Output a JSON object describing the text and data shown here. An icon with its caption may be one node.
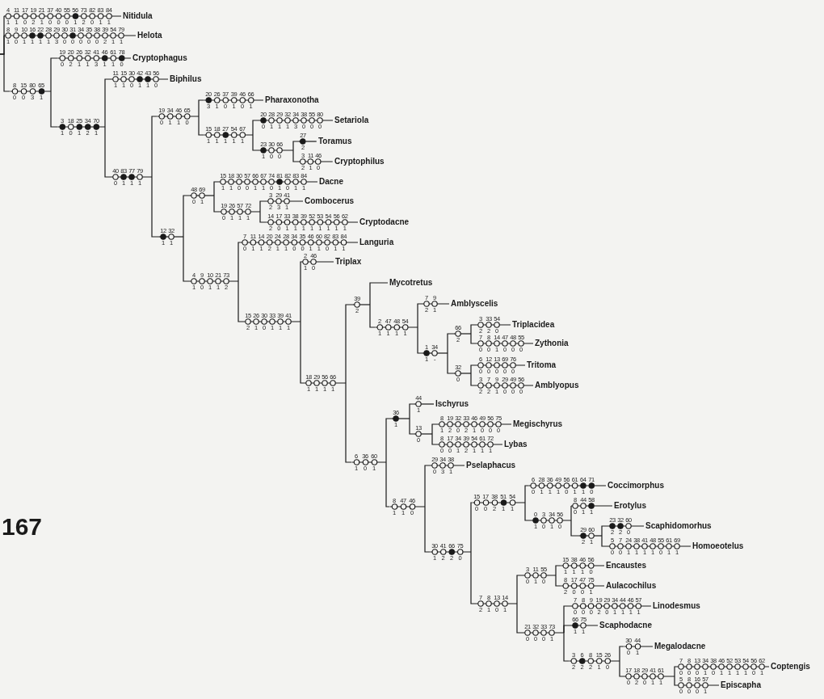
{
  "diagram": {
    "nodes": [
      {
        "text": [
          "Nitidula"
        ],
        "beside": [
          "4 11 17 19 21 37 40 55 56 73 82 83 84",
          "1 1 0 2 1 0 0 0 1 2 0 1 1"
        ]
      },
      {
        "text": [
          "Helota"
        ],
        "beside": [
          "8 9 10 16 22 28 29 30 31 34 35 38 39 54 79",
          "1 0 1 1 1 1 3 0 0 0 0 0 2 1 1"
        ]
      },
      {
        "text": [
          "8 15 80 65",
          "0 0 3 1"
        ]
      },
      {
        "text": [
          "Cryptophagus"
        ],
        "beside": [
          "19 20 26 32 41 46 61 78",
          "0 2 1 1 3 1 1 0"
        ]
      },
      {
        "text": [
          "3 18 25 34 70",
          "1 0 1 2 1"
        ]
      },
      {
        "text": [
          "Biphilus"
        ],
        "beside": [
          "11 15 30 42 43 56",
          "1 1 0 1 1 0"
        ]
      },
      {
        "text": [
          "40 83 77 79",
          "0 1 1 1"
        ]
      },
      {
        "text": [
          "19 34 46 65",
          "0 1 1 0"
        ]
      },
      {
        "text": [
          "Pharaxonotha"
        ],
        "beside": [
          "20 26 37 39 46 66",
          "3 1 0 1 0 1"
        ]
      },
      {
        "text": [
          "15 18 27 54 67",
          "1 1 1 1 1"
        ]
      },
      {
        "text": [
          "Setariola"
        ],
        "beside": [
          "20 28 29 32 34 38 55 80",
          "0 1 1 1 3 0 0 0"
        ]
      },
      {
        "text": [
          "23 30 66",
          "1 0 0"
        ]
      },
      {
        "text": [
          "Toramus"
        ],
        "beside": [
          "27",
          "2"
        ]
      },
      {
        "text": [
          "Cryptophilus"
        ],
        "beside": [
          "3 11 46",
          "2 1 0"
        ]
      },
      {
        "text": [
          "12 32",
          "1 1"
        ]
      },
      {
        "text": [
          "48 69",
          "0 1"
        ]
      },
      {
        "text": [
          "Dacne"
        ],
        "beside": [
          "15 18 30 57 66 67 74 81 82 83 84",
          "1 1 0 0 1 1 0 1 0 1 1"
        ]
      },
      {
        "text": [
          "19 26 57 72",
          "0 1 1 1"
        ]
      },
      {
        "text": [
          "Combocerus"
        ],
        "beside": [
          "3 29 41",
          "2 3 1"
        ]
      },
      {
        "text": [
          "Cryptodacne"
        ],
        "beside": [
          "14 17 33 38 39 52 53 54 56 62",
          "2 0 1 1 1 1 1 1 1 1"
        ]
      },
      {
        "text": [
          "4 9 10 21 73",
          "1 0 1 1 2"
        ]
      },
      {
        "text": [
          "Languria"
        ],
        "beside": [
          "7 11 14 20 24 28 34 35 46 60 82 83 84",
          "0 1 1 2 1 1 0 0 1 1 0 1 1"
        ]
      },
      {
        "text": [
          "15 26 30 33 39 41",
          "2 1 0 1 1 1"
        ]
      },
      {
        "text": [
          "Triplax"
        ],
        "beside": [
          "2 46",
          "1 0"
        ]
      },
      {
        "text": [
          "18 29 56 66",
          "1 1 1 1"
        ]
      },
      {
        "text": [
          "39",
          "2"
        ]
      },
      {
        "text": [
          "Mycotretus"
        ]
      },
      {
        "text": [
          "2 47 48 54",
          "1 1 1 1"
        ]
      },
      {
        "text": [
          "Amblyscelis"
        ],
        "beside": [
          "7 9",
          "2 1"
        ]
      },
      {
        "text": [
          "1 34",
          "1 -"
        ]
      },
      {
        "text": [
          "66",
          "2"
        ]
      },
      {
        "text": [
          "Triplacidea"
        ],
        "beside": [
          "3 33 54",
          "2 2 0"
        ]
      },
      {
        "text": [
          "Zythonia"
        ],
        "beside": [
          "7 8 14 47 48 55",
          "0 0 1 0 0 0"
        ]
      },
      {
        "text": [
          "32",
          "0"
        ]
      },
      {
        "text": [
          "Tritoma"
        ],
        "beside": [
          "6 12 13 69 76",
          "0 0 0 0 0"
        ]
      },
      {
        "text": [
          "Amblyopus"
        ],
        "beside": [
          "3 7 9 29 49 56",
          "2 2 1 0 0 0"
        ]
      },
      {
        "text": [
          "6 36 60",
          "1 0 1"
        ]
      },
      {
        "text": [
          "36",
          "1"
        ]
      },
      {
        "text": [
          "Ischyrus"
        ],
        "beside": [
          "44",
          "1"
        ]
      },
      {
        "text": [
          "13",
          "0"
        ]
      },
      {
        "text": [
          "Megischyrus"
        ],
        "beside": [
          "8 19 32 33 46 49 56 75",
          "1 2 0 2 1 0 0 0"
        ]
      },
      {
        "text": [
          "Lybas"
        ],
        "beside": [
          "8 17 34 39 54 61 72",
          "0 0 1 2 1 1 1"
        ]
      },
      {
        "text": [
          "8 47 46",
          "1 1 0"
        ]
      },
      {
        "text": [
          "Pselaphacus"
        ],
        "beside": [
          "29 34 38",
          "0 3 1"
        ]
      },
      {
        "text": [
          "30 41 66 75",
          "1 2 2 0"
        ]
      },
      {
        "text": [
          "15 17 38 51 54",
          "0 0 2 1 1"
        ]
      },
      {
        "text": [
          "Coccimorphus"
        ],
        "beside": [
          "6 28 36 49 56 61 64 71",
          "0 1 1 1 0 1 1 0"
        ]
      },
      {
        "text": [
          "0 3 34 56",
          "1 0 1 0"
        ]
      },
      {
        "text": [
          "Erotylus"
        ],
        "beside": [
          "8 44 58",
          "0 1 1"
        ]
      },
      {
        "text": [
          "29 60",
          "2 1"
        ]
      },
      {
        "text": [
          "Scaphidomorhus"
        ],
        "beside": [
          "23 32 60",
          "2 2 0"
        ]
      },
      {
        "text": [
          "Homoeotelus"
        ],
        "beside": [
          "5 7 24 38 41 48 55 61 69",
          "0 0 1 1 1 1 0 1 1"
        ]
      },
      {
        "text": [
          "7 8 13 14",
          "2 1 0 1"
        ]
      },
      {
        "text": [
          "3 11 55",
          "0 1 0"
        ]
      },
      {
        "text": [
          "Encaustes"
        ],
        "beside": [
          "15 38 46 56",
          "1 1 1 0"
        ]
      },
      {
        "text": [
          "Aulacochilus"
        ],
        "beside": [
          "8 17 47 75",
          "2 0 0 1"
        ]
      },
      {
        "text": [
          "21 32 33 73",
          "0 0 0 1"
        ]
      },
      {
        "text": [
          "Linodesmus"
        ],
        "beside": [
          "7 8 9 19 29 34 44 46 57",
          "0 0 0 2 0 1 1 1 1"
        ]
      },
      {
        "text": [
          "Scaphodacne"
        ],
        "beside": [
          "66 75",
          "1 1"
        ]
      },
      {
        "text": [
          "3 6 8 15 26",
          "2 2 2 1 0"
        ]
      },
      {
        "text": [
          "Megalodacne"
        ],
        "beside": [
          "30 44",
          "0 1"
        ]
      },
      {
        "text": [
          "17 18 29 41 61",
          "0 2 0 1 1"
        ]
      },
      {
        "text": [
          "Coptengis"
        ],
        "beside": [
          "7 8 13 34 38 46 52 53 54 56 62",
          "0 0 0 1 0 1 1 1 1 0 1"
        ]
      },
      {
        "text": [
          "Episcapha"
        ],
        "beside": [
          "5 8 16 57",
          "0 0 0 1"
        ]
      }
    ],
    "edges": [
      {
        "from": null,
        "to": 0,
        "arrow": "none"
      },
      {
        "from": null,
        "to": 1,
        "arrow": "none"
      },
      {
        "from": null,
        "to": 2,
        "arrow": "none"
      },
      {
        "from": 2,
        "to": 3,
        "arrow": "none"
      },
      {
        "from": 2,
        "to": 4,
        "arrow": "none"
      },
      {
        "from": 4,
        "to": 5,
        "arrow": "none"
      },
      {
        "from": 4,
        "to": 6,
        "arrow": "none"
      },
      {
        "from": 6,
        "to": 7,
        "arrow": "none"
      },
      {
        "from": 6,
        "to": 14,
        "arrow": "none"
      },
      {
        "from": 7,
        "to": 8,
        "arrow": "none"
      },
      {
        "from": 7,
        "to": 9,
        "arrow": "none"
      },
      {
        "from": 9,
        "to": 10,
        "arrow": "none"
      },
      {
        "from": 9,
        "to": 11,
        "arrow": "none"
      },
      {
        "from": 11,
        "to": 12,
        "arrow": "none"
      },
      {
        "from": 11,
        "to": 13,
        "arrow": "none"
      },
      {
        "from": 14,
        "to": 15,
        "arrow": "none"
      },
      {
        "from": 14,
        "to": 20,
        "arrow": "none"
      },
      {
        "from": 15,
        "to": 16,
        "arrow": "none"
      },
      {
        "from": 15,
        "to": 17,
        "arrow": "none"
      },
      {
        "from": 17,
        "to": 18,
        "arrow": "none"
      },
      {
        "from": 17,
        "to": 19,
        "arrow": "none"
      },
      {
        "from": 20,
        "to": 21,
        "arrow": "none"
      },
      {
        "from": 20,
        "to": 22,
        "arrow": "none"
      },
      {
        "from": 22,
        "to": 23,
        "arrow": "none"
      },
      {
        "from": 22,
        "to": 24,
        "arrow": "none"
      },
      {
        "from": 24,
        "to": 25,
        "arrow": "none"
      },
      {
        "from": 24,
        "to": 36,
        "arrow": "none"
      },
      {
        "from": 25,
        "to": 26,
        "arrow": "none"
      },
      {
        "from": 25,
        "to": 27,
        "arrow": "none"
      },
      {
        "from": 27,
        "to": 28,
        "arrow": "none"
      },
      {
        "from": 27,
        "to": 29,
        "arrow": "none"
      },
      {
        "from": 29,
        "to": 30,
        "arrow": "none"
      },
      {
        "from": 29,
        "to": 33,
        "arrow": "none"
      },
      {
        "from": 30,
        "to": 31,
        "arrow": "none"
      },
      {
        "from": 30,
        "to": 32,
        "arrow": "none"
      },
      {
        "from": 33,
        "to": 34,
        "arrow": "none"
      },
      {
        "from": 33,
        "to": 35,
        "arrow": "none"
      },
      {
        "from": 36,
        "to": 37,
        "arrow": "none"
      },
      {
        "from": 36,
        "to": 42,
        "arrow": "none"
      },
      {
        "from": 37,
        "to": 38,
        "arrow": "none"
      },
      {
        "from": 37,
        "to": 39,
        "arrow": "none"
      },
      {
        "from": 39,
        "to": 40,
        "arrow": "none"
      },
      {
        "from": 39,
        "to": 41,
        "arrow": "none"
      },
      {
        "from": 42,
        "to": 43,
        "arrow": "none"
      },
      {
        "from": 42,
        "to": 44,
        "arrow": "none"
      },
      {
        "from": 44,
        "to": 45,
        "arrow": "none"
      },
      {
        "from": 44,
        "to": 52,
        "arrow": "none"
      },
      {
        "from": 45,
        "to": 46,
        "arrow": "none"
      },
      {
        "from": 45,
        "to": 47,
        "arrow": "none"
      },
      {
        "from": 47,
        "to": 48,
        "arrow": "none"
      },
      {
        "from": 47,
        "to": 49,
        "arrow": "none"
      },
      {
        "from": 49,
        "to": 50,
        "arrow": "none"
      },
      {
        "from": 49,
        "to": 51,
        "arrow": "none"
      },
      {
        "from": 52,
        "to": 53,
        "arrow": "none"
      },
      {
        "from": 52,
        "to": 56,
        "arrow": "none"
      },
      {
        "from": 53,
        "to": 54,
        "arrow": "none"
      },
      {
        "from": 53,
        "to": 55,
        "arrow": "none"
      },
      {
        "from": 56,
        "to": 57,
        "arrow": "none"
      },
      {
        "from": 56,
        "to": 58,
        "arrow": "none"
      },
      {
        "from": 56,
        "to": 59,
        "arrow": "none"
      },
      {
        "from": 59,
        "to": 60,
        "arrow": "none"
      },
      {
        "from": 59,
        "to": 61,
        "arrow": "none"
      },
      {
        "from": 61,
        "to": 62,
        "arrow": "none"
      },
      {
        "from": 61,
        "to": 63,
        "arrow": "none"
      }
    ],
    "labels": [
      "167"
    ]
  }
}
